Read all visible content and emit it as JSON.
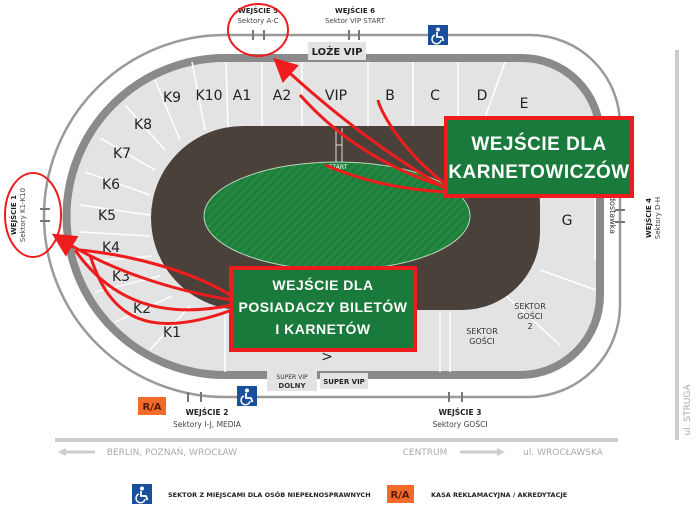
{
  "gates": {
    "g5": {
      "title": "WEJŚCIE 5",
      "sub": "Sektory A-C"
    },
    "g6": {
      "title": "WEJŚCIE 6",
      "sub": "Sektor VIP START"
    },
    "g1": {
      "title": "WEJŚCIE 1",
      "sub": "Sektory K1-K10"
    },
    "g4": {
      "title": "WEJŚCIE 4",
      "sub": "Sektory D-H"
    },
    "g2": {
      "title": "WEJŚCIE 2",
      "sub": "Sektory I-J, MEDIA"
    },
    "g3": {
      "title": "WEJŚCIE 3",
      "sub": "Sektory GOŚCI"
    }
  },
  "labels": {
    "loze_vip": "LOŻE VIP",
    "super_vip_dolny_1": "SUPER VIP",
    "super_vip_dolny_2": "DOLNY",
    "super_vip": "SUPER VIP",
    "start": "START",
    "dostawka": "dostawka",
    "ra": "R/A"
  },
  "sectors": {
    "K9": "K9",
    "K10": "K10",
    "A1": "A1",
    "A2": "A2",
    "VIP": "VIP",
    "B": "B",
    "C": "C",
    "D": "D",
    "E": "E",
    "K8": "K8",
    "K7": "K7",
    "K6": "K6",
    "K5": "K5",
    "K4": "K4",
    "K3": "K3",
    "K2": "K2",
    "K1": "K1",
    "G": "G",
    "bottom": ">",
    "gosci_1": "SEKTOR",
    "gosci_2": "GOŚCI",
    "gosci2_1": "SEKTOR",
    "gosci2_2": "GOŚCI",
    "gosci2_3": "2"
  },
  "callouts": {
    "season": [
      "WEJŚCIE DLA",
      "KARNETOWICZÓW"
    ],
    "tickets": [
      "WEJŚCIE DLA",
      "POSIADACZY BILETÓW",
      "I KARNETÓW"
    ]
  },
  "roads": {
    "west": "BERLIN, POZNAŃ, WROCŁAW",
    "centrum": "CENTRUM",
    "wroclawska": "ul. WROCŁAWSKA",
    "struga": "ul. STRUGA"
  },
  "legend": {
    "disabled": "SEKTOR Z MIEJSCAMI DLA OSÓB NIEPEŁNOSPRAWNYCH",
    "ra": "R/A",
    "ra_text": "KASA REKLAMACYJNA / AKREDYTACJE"
  },
  "colors": {
    "green": "#1a7a3c",
    "red": "#ee1c1c",
    "track": "#4b413b",
    "orange": "#f26b2a",
    "blue": "#1a4f9c"
  }
}
